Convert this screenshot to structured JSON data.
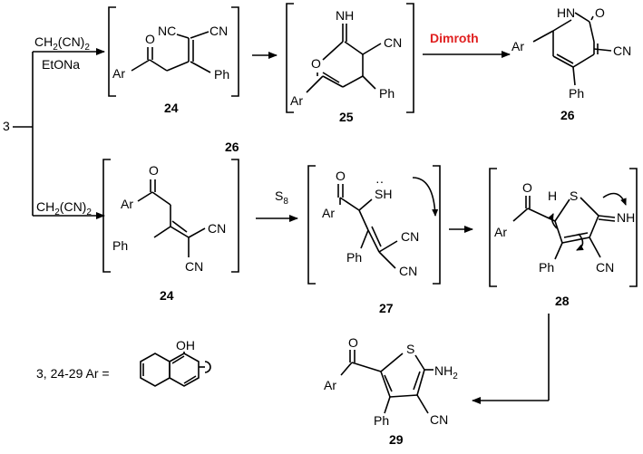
{
  "start": {
    "label": "3"
  },
  "reagents": {
    "malononitrile_top": "CH2(CN)2",
    "base": "EtONa",
    "malononitrile_bottom": "CH2(CN)2",
    "sulfur": "S8",
    "dimroth": "Dimroth"
  },
  "compounds": {
    "c24_top": {
      "number": "24",
      "atoms": {
        "carbonyl": "O",
        "nc": "NC",
        "cn": "CN",
        "ar": "Ar",
        "ph": "Ph"
      }
    },
    "c25": {
      "number": "25",
      "atoms": {
        "nh": "NH",
        "cn": "CN",
        "o": "O",
        "ar": "Ar",
        "ph": "Ph"
      }
    },
    "c26": {
      "number": "26",
      "atoms": {
        "h": "H",
        "n": "N",
        "o": "O",
        "ar": "Ar",
        "cn": "CN",
        "ph": "Ph"
      }
    },
    "c26_extra": {
      "number": "26"
    },
    "c24_bottom": {
      "number": "24",
      "atoms": {
        "o": "O",
        "ar": "Ar",
        "ph": "Ph",
        "cn1": "CN",
        "cn2": "CN"
      }
    },
    "c27": {
      "number": "27",
      "atoms": {
        "o": "O",
        "ar": "Ar",
        "sh": "SH",
        "lone": "··",
        "ph": "Ph",
        "cn1": "CN",
        "cn2": "CN"
      }
    },
    "c28": {
      "number": "28",
      "atoms": {
        "o": "O",
        "ar": "Ar",
        "h": "H",
        "s": "S",
        "nh": "NH",
        "ph": "Ph",
        "cn": "CN"
      }
    },
    "c29": {
      "number": "29",
      "atoms": {
        "o": "O",
        "ar": "Ar",
        "s": "S",
        "nh2": "NH2",
        "ph": "Ph",
        "cn": "CN"
      }
    }
  },
  "legend": {
    "text": "3, 24-29 Ar =",
    "oh": "OH"
  },
  "colors": {
    "dimroth": "#e02020",
    "ink": "#000000"
  }
}
